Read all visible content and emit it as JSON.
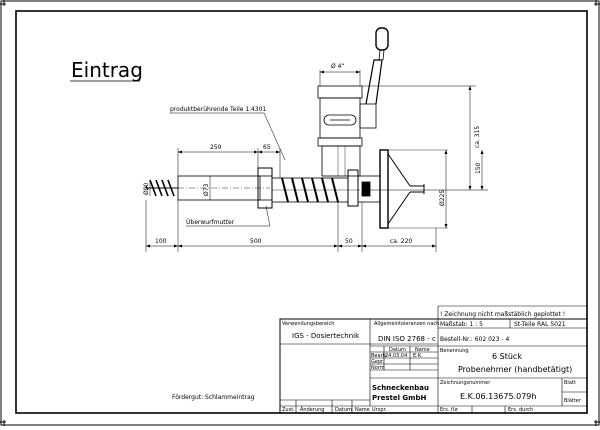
{
  "title_big": "Eintrag",
  "material_note": "produktberührende Teile 1.4301",
  "dimensions": {
    "pipe_dia": "Ø 4\"",
    "d250": "250",
    "d65": "65",
    "dia90": "Ø90",
    "dia73": "Ø73",
    "dia225": "Ø225",
    "ca315": "ca. 315",
    "d150": "150",
    "d100": "100",
    "d500": "500",
    "d50": "50",
    "ca220": "ca. 220"
  },
  "part_label": "Überwurfmutter",
  "title_block": {
    "note_top": "! Zeichnung nicht maßstäblich geplottet !",
    "massstab": "Maßstab:  1 : 5",
    "st_teile": "St-Teile RAL 5021",
    "bestell": "Bestell-Nr.: 602 023 - 4",
    "verwendung_label": "Verwendungsbereich",
    "verwendung_value": "IGS - Dosiertechnik",
    "toleranz_label": "Allgemeintoleranzen nach",
    "toleranz_value": "DIN ISO 2768 - c",
    "bearb": "Bearb.",
    "gepr": "Gepr.",
    "norm": "Norm",
    "datum_label": "Datum",
    "name_label": "Name",
    "datum_value": "24.03.04",
    "name_value": "E.K.",
    "benennung_label": "Benennung",
    "benennung_line1": "6 Stück",
    "benennung_line2": "Probenehmer (handbetätigt)",
    "company_line1": "Schneckenbau",
    "company_line2": "Prestel GmbH",
    "zeichnungsnummer_label": "Zeichnungsnummer",
    "zeichnungsnummer": "E.K.06.13675.079h",
    "blatt_label": "Blatt",
    "blatt_value": "Blätter",
    "foerdergut": "Fördergut: Schlammeintrag",
    "zust": "Zust.",
    "aenderung": "Änderung",
    "datum2": "Datum",
    "name2": "Name",
    "urspr": "Urspr.",
    "ers_fuer": "Ers. für",
    "ers_durch": "Ers. durch"
  }
}
